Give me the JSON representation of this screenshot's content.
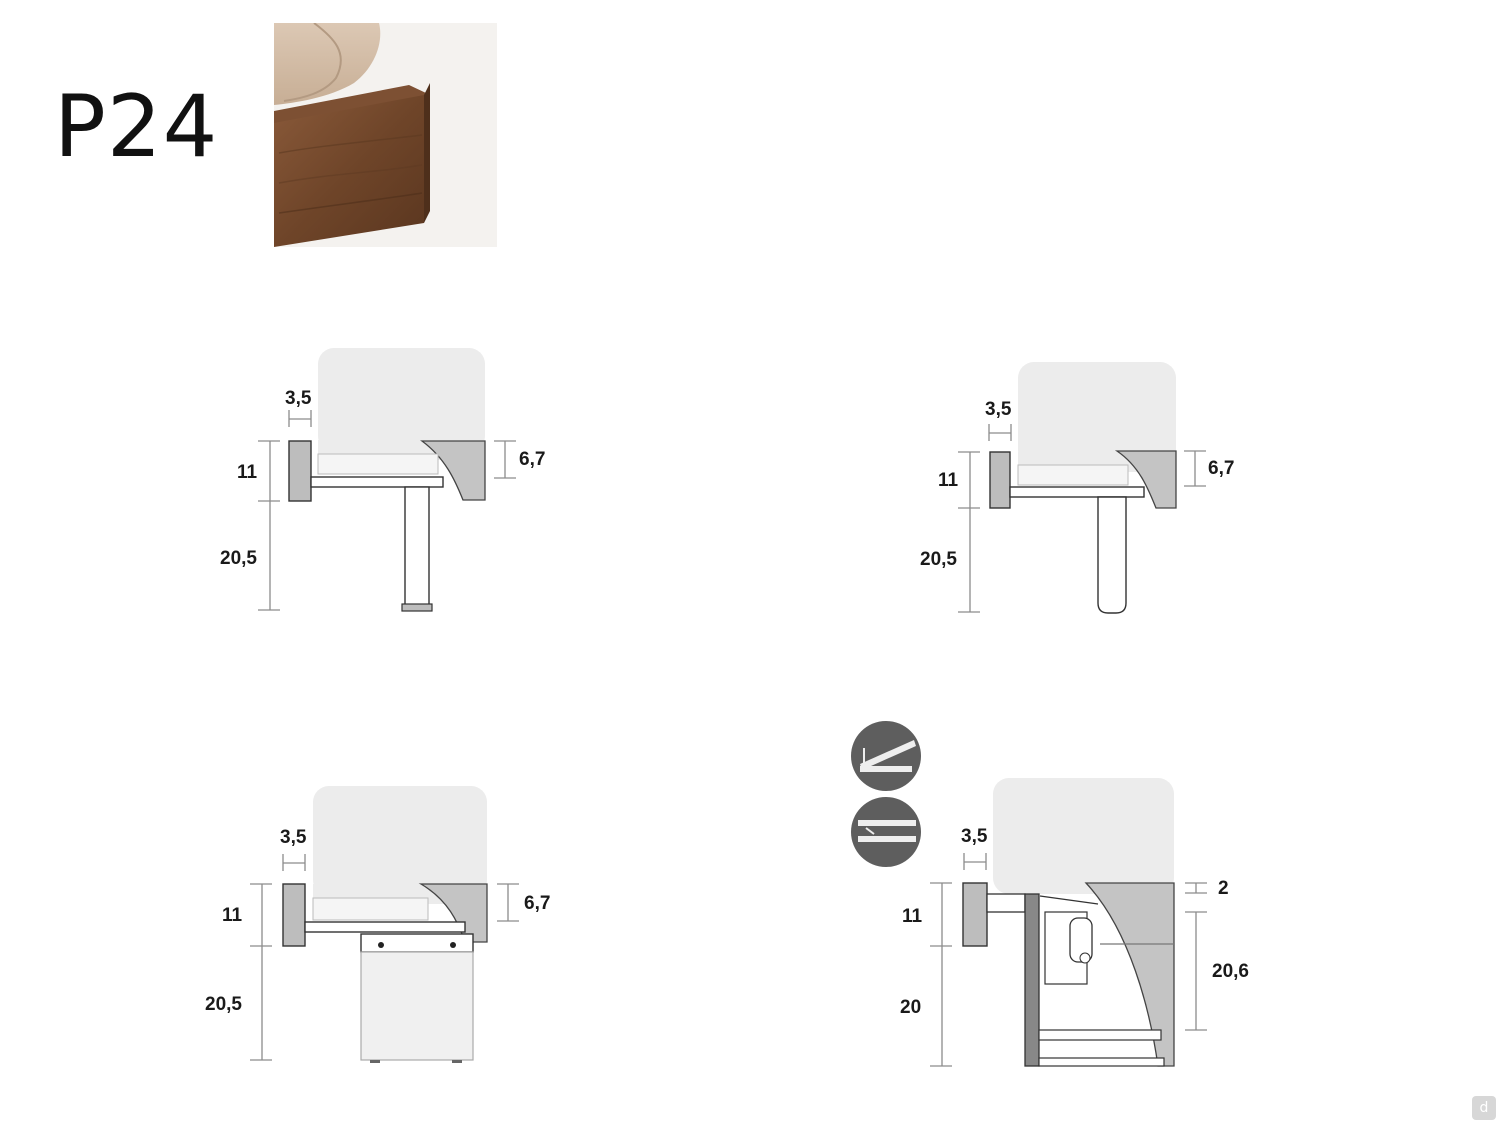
{
  "model_code": "P24",
  "photo": {
    "subject": "walnut bed frame corner"
  },
  "variants": [
    {
      "id": "leg-square",
      "headboard_thickness": "3,5",
      "frame_height": "11",
      "leg_height": "20,5",
      "side_depth": "6,7"
    },
    {
      "id": "leg-round",
      "headboard_thickness": "3,5",
      "frame_height": "11",
      "leg_height": "20,5",
      "side_depth": "6,7"
    },
    {
      "id": "base-box",
      "headboard_thickness": "3,5",
      "frame_height": "11",
      "leg_height": "20,5",
      "side_depth": "6,7"
    },
    {
      "id": "storage-lift",
      "headboard_thickness": "3,5",
      "frame_height": "11",
      "leg_height": "20",
      "side_top": "2",
      "side_depth": "20,6"
    }
  ],
  "icons": [
    "bed-lift-open-icon",
    "bed-lift-closed-icon"
  ],
  "watermark": "d",
  "colors": {
    "line": "#8c8c8c",
    "mattress": "#ececec",
    "frame": "#c4c4c4",
    "icon_bg": "#5e5e5e"
  }
}
